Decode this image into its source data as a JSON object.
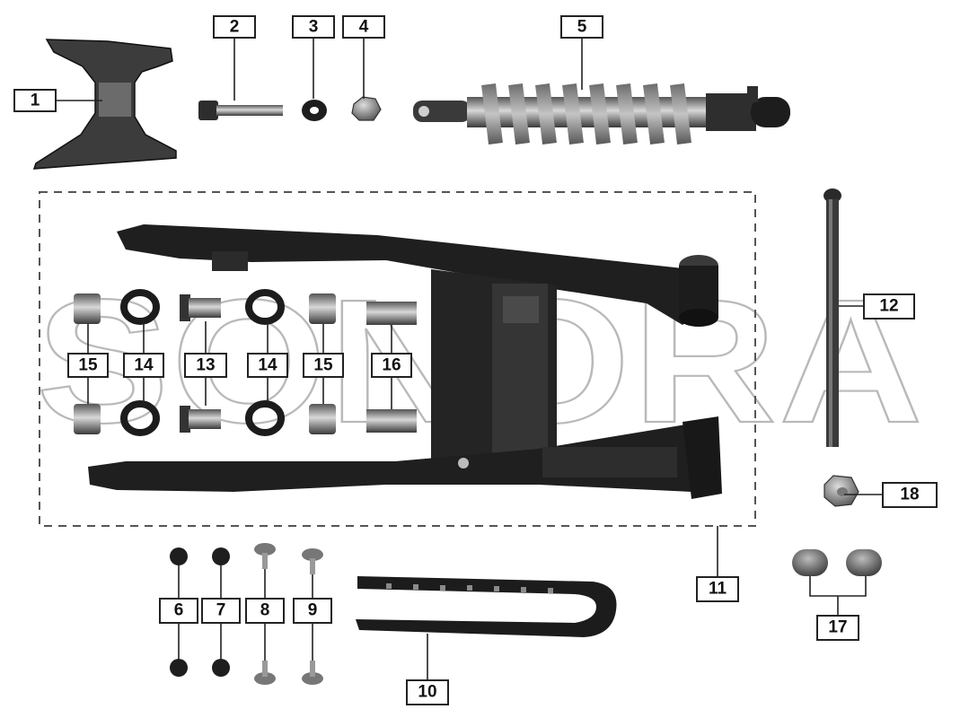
{
  "watermark": "SONORA",
  "callouts": {
    "c1": "1",
    "c2": "2",
    "c3": "3",
    "c4": "4",
    "c5": "5",
    "c6": "6",
    "c7": "7",
    "c8": "8",
    "c9": "9",
    "c10": "10",
    "c11": "11",
    "c12": "12",
    "c13": "13",
    "c14a": "14",
    "c14b": "14",
    "c15a": "15",
    "c15b": "15",
    "c16": "16",
    "c17": "17",
    "c18": "18"
  },
  "colors": {
    "part_dark": "#2a2a2a",
    "part_mid": "#6a6a6a",
    "spring": "#9a9a9a",
    "watermark": "#b9b9b9"
  }
}
